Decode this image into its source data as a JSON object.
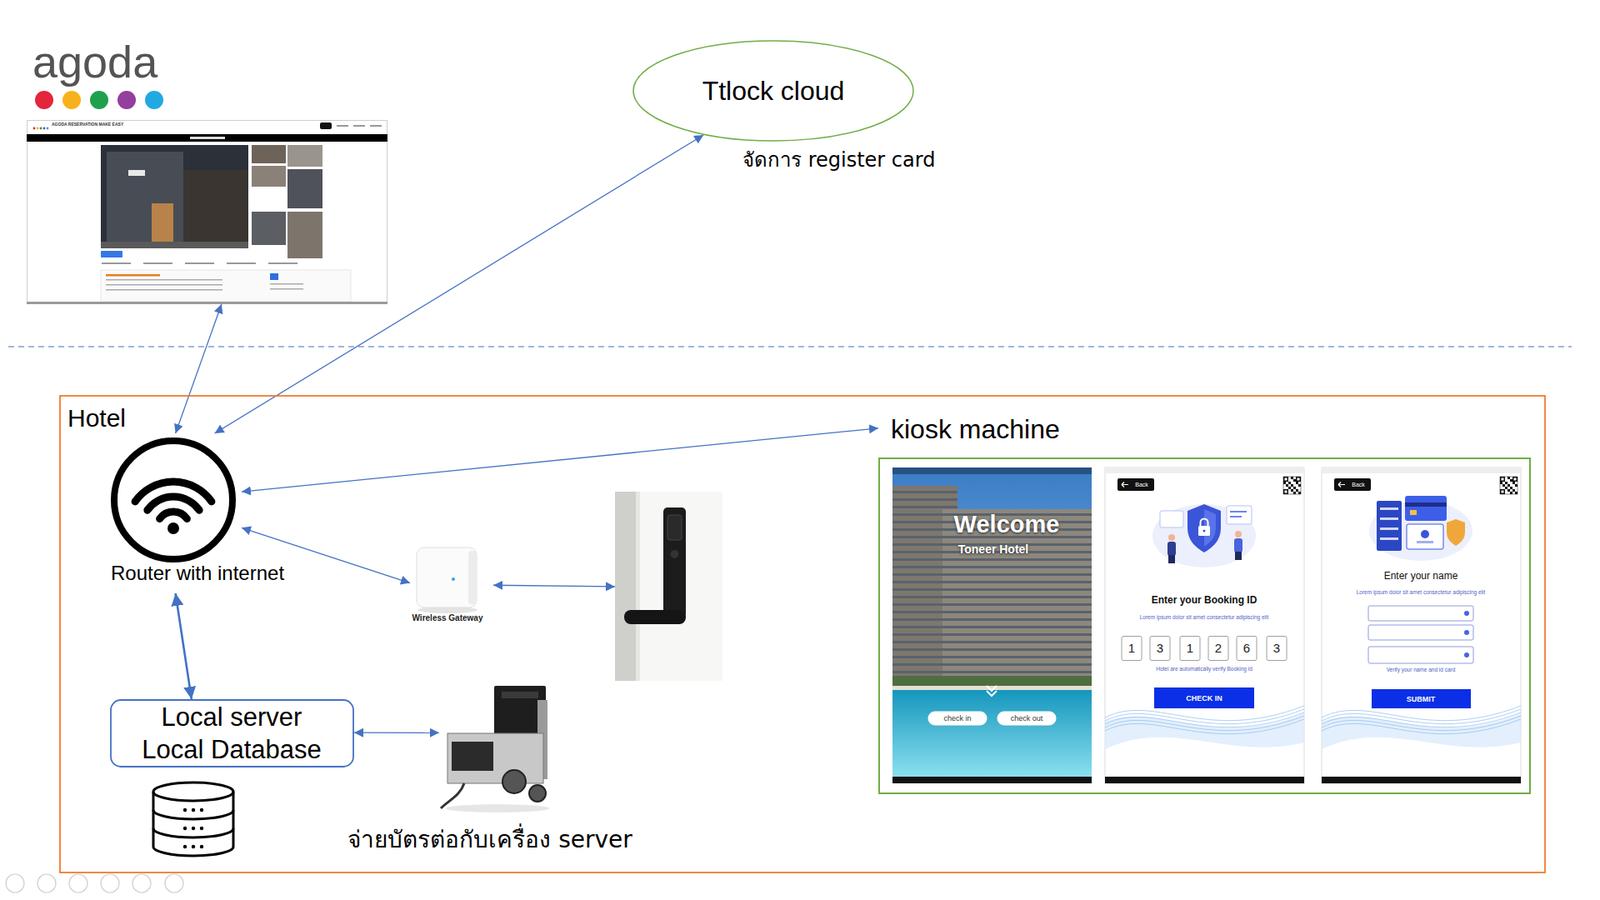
{
  "diagram": {
    "nodes": [
      {
        "text": [
          "agoda"
        ]
      },
      {
        "text": [
          "Ttlock cloud"
        ]
      },
      {
        "text": [
          "Hotel"
        ]
      },
      {
        "text": [
          "Router with internet"
        ],
        "in": 2
      },
      {
        "text": [
          "kiosk machine"
        ],
        "in": 2
      },
      {
        "text": [
          "Wireless Gateway"
        ],
        "in": 2
      },
      {
        "text": [],
        "in": 2
      },
      {
        "text": [
          "Local server",
          "Local Database"
        ],
        "in": 2
      },
      {
        "text": [
          "จ่ายบัตรต่อกับเครื่อง server"
        ],
        "in": 2
      }
    ],
    "edges": [
      {
        "from": 3,
        "to": 0,
        "arrow": "both"
      },
      {
        "from": 3,
        "to": 1,
        "arrow": "both"
      },
      {
        "from": 3,
        "to": 4,
        "arrow": "both"
      },
      {
        "from": 3,
        "to": 5,
        "arrow": "both"
      },
      {
        "from": 5,
        "to": 6,
        "arrow": "both"
      },
      {
        "from": 3,
        "to": 7,
        "arrow": "both"
      },
      {
        "from": 7,
        "to": 8,
        "arrow": "both"
      }
    ],
    "labels": [
      "จัดการ register card",
      "AGODA RESERVATION MAKE EASY",
      "Welcome",
      "Toneer Hotel",
      "check in",
      "check out",
      "Back",
      "Enter your Booking ID",
      "Lorem ipsum dolor sit amet consectetur adipiscing elit",
      "1",
      "3",
      "1",
      "2",
      "6",
      "3",
      "Hotel are automatically verify Booking id",
      "CHECK IN",
      "Back",
      "Enter your name",
      "Lorem ipsum dolor sit amet consectetur adipiscing elit",
      "Verify your name and id card",
      "SUBMIT"
    ]
  }
}
